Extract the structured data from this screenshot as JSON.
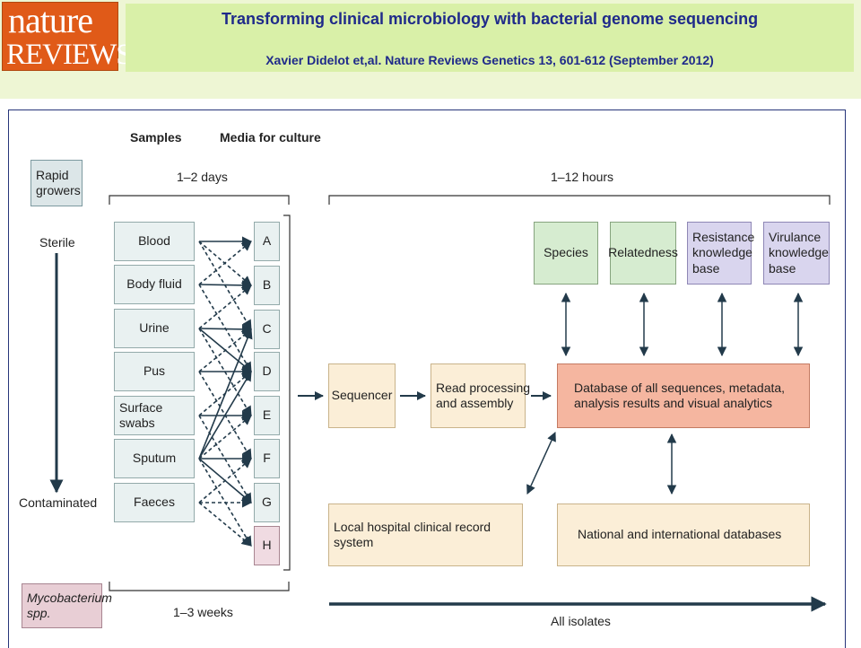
{
  "header": {
    "logo_line1": "nature",
    "logo_line2": "REVIEWS",
    "title": "Transforming clinical microbiology with bacterial genome sequencing",
    "citation": "Xavier Didelot et,al. Nature Reviews Genetics 13, 601-612 (September 2012)"
  },
  "figure": {
    "col_samples": "Samples",
    "col_media": "Media for culture",
    "time_days": "1–2 days",
    "time_hours": "1–12 hours",
    "time_weeks": "1–3 weeks",
    "legend_rapid": "Rapid\ngrowers",
    "legend_myco_1": "Mycobacterium",
    "legend_myco_2": "spp.",
    "axis_top": "Sterile",
    "axis_bottom": "Contaminated",
    "samples": [
      "Blood",
      "Body fluid",
      "Urine",
      "Pus",
      "Surface swabs",
      "Sputum",
      "Faeces"
    ],
    "media": [
      "A",
      "B",
      "C",
      "D",
      "E",
      "F",
      "G",
      "H"
    ],
    "sequencer": "Sequencer",
    "read_processing": "Read processing\nand assembly",
    "database": "Database of all sequences, metadata,\nanalysis results and visual analytics",
    "species": "Species",
    "relatedness": "Relatedness",
    "resistance": "Resistance\nknowledge\nbase",
    "virulence": "Virulance\nknowledge\nbase",
    "local_record": "Local hospital clinical record system",
    "national_db": "National and international databases",
    "all_isolates": "All isolates"
  }
}
